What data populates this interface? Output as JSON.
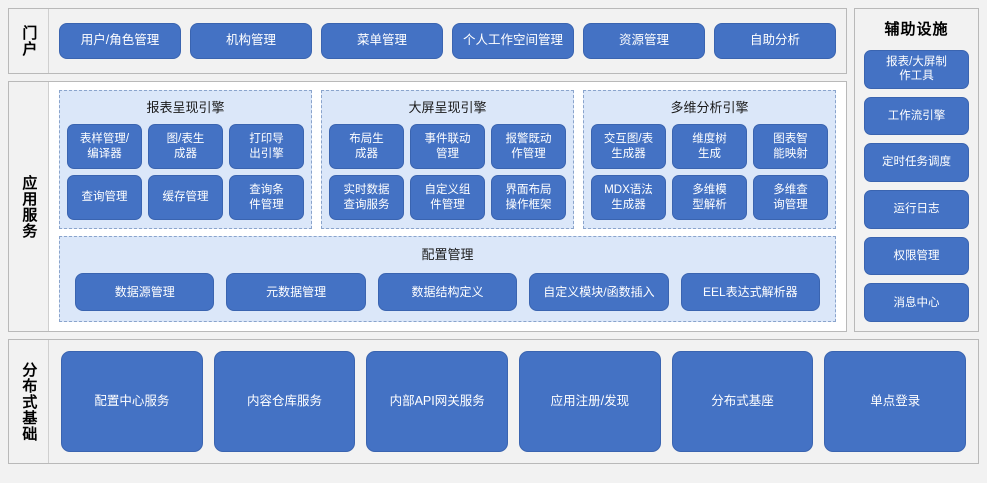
{
  "portal": {
    "label": "门户",
    "items": [
      "用户/角色管理",
      "机构管理",
      "菜单管理",
      "个人工作空间管理",
      "资源管理",
      "自助分析"
    ]
  },
  "app_service": {
    "label": "应用服务",
    "engines": [
      {
        "title": "报表呈现引擎",
        "items": [
          "表样管理/\n编译器",
          "图/表生\n成器",
          "打印导\n出引擎",
          "查询管理",
          "缓存管理",
          "查询条\n件管理"
        ]
      },
      {
        "title": "大屏呈现引擎",
        "items": [
          "布局生\n成器",
          "事件联动\n管理",
          "报警既动\n作管理",
          "实时数据\n查询服务",
          "自定义组\n件管理",
          "界面布局\n操作框架"
        ]
      },
      {
        "title": "多维分析引擎",
        "items": [
          "交互图/表\n生成器",
          "维度树\n生成",
          "图表智\n能映射",
          "MDX语法\n生成器",
          "多维模\n型解析",
          "多维查\n询管理"
        ]
      }
    ],
    "config": {
      "title": "配置管理",
      "items": [
        "数据源管理",
        "元数据管理",
        "数据结构定义",
        "自定义模块/函数插入",
        "EEL表达式解析器"
      ]
    }
  },
  "aux": {
    "title": "辅助设施",
    "items": [
      "报表/大屏制\n作工具",
      "工作流引擎",
      "定时任务调度",
      "运行日志",
      "权限管理",
      "消息中心"
    ]
  },
  "distributed": {
    "label": "分布式基础",
    "items": [
      "配置中心服务",
      "内容仓库服务",
      "内部API网关服务",
      "应用注册/发现",
      "分布式基座",
      "单点登录"
    ]
  },
  "colors": {
    "button_fill": "#4472c4",
    "panel_light": "#dbe7f9",
    "frame_bg": "#f2f2f2",
    "canvas_bg": "#f2f2f2"
  }
}
